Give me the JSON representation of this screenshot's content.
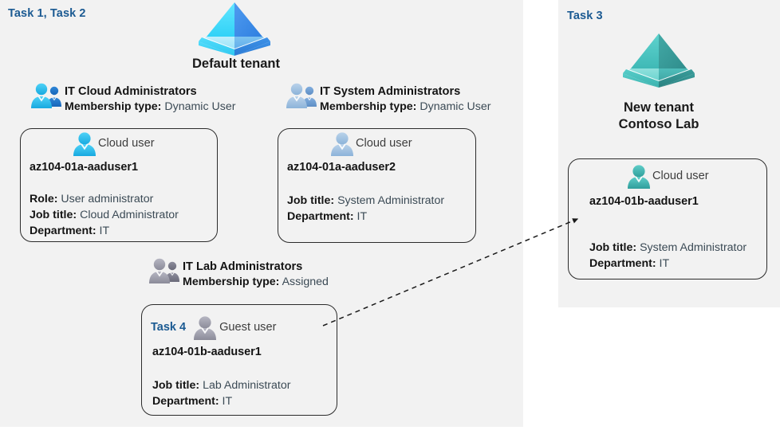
{
  "panels": {
    "left": {
      "name": "default-tenant-panel"
    },
    "right": {
      "name": "new-tenant-panel"
    }
  },
  "tasks": {
    "left_tag": "Task 1, Task 2",
    "right_tag": "Task 3",
    "guest_tag": "Task 4"
  },
  "tenants": {
    "default": {
      "title": "Default tenant",
      "icon": "tenant-icon",
      "color": "#36a3f7"
    },
    "new": {
      "title_line1": "New  tenant",
      "title_line2": "Contoso Lab",
      "icon": "tenant-icon",
      "color": "#3fb3b3"
    }
  },
  "groups": [
    {
      "id": "it-cloud-administrators",
      "name": "IT Cloud Administrators",
      "membership_label": "Membership type:",
      "membership_value": "Dynamic User",
      "icon": "group-users-icon",
      "icon_color": "#29b6f0"
    },
    {
      "id": "it-system-administrators",
      "name": "IT System Administrators",
      "membership_label": "Membership type:",
      "membership_value": "Dynamic User",
      "icon": "group-users-icon",
      "icon_color": "#9cbede"
    },
    {
      "id": "it-lab-administrators",
      "name": "IT Lab Administrators",
      "membership_label": "Membership type:",
      "membership_value": "Assigned",
      "icon": "group-users-icon",
      "icon_color": "#9a9aa8"
    }
  ],
  "cards": [
    {
      "id": "az104-01a-aaduser1",
      "kind": "Cloud user",
      "icon": "user-icon",
      "icon_color": "#29b6f0",
      "upn": "az104-01a-aaduser1",
      "props": [
        {
          "label": "Role:",
          "value": "User administrator"
        },
        {
          "label": "Job title:",
          "value": "Cloud Administrator"
        },
        {
          "label": "Department:",
          "value": "IT"
        }
      ]
    },
    {
      "id": "az104-01a-aaduser2",
      "kind": "Cloud user",
      "icon": "user-icon",
      "icon_color": "#9cbede",
      "upn": "az104-01a-aaduser2",
      "props": [
        {
          "label": "Job title:",
          "value": "System Administrator"
        },
        {
          "label": "Department:",
          "value": "IT"
        }
      ]
    },
    {
      "id": "az104-01b-aaduser1-guest",
      "kind": "Guest user",
      "icon": "user-icon",
      "icon_color": "#9a9aa8",
      "upn": "az104-01b-aaduser1",
      "props": [
        {
          "label": "Job title:",
          "value": "Lab Administrator"
        },
        {
          "label": "Department:",
          "value": "IT"
        }
      ]
    },
    {
      "id": "az104-01b-aaduser1-cloud",
      "kind": "Cloud user",
      "icon": "user-icon",
      "icon_color": "#3fb3b3",
      "upn": "az104-01b-aaduser1",
      "props": [
        {
          "label": "Job title:",
          "value": "System Administrator"
        },
        {
          "label": "Department:",
          "value": "IT"
        }
      ]
    }
  ],
  "connector": {
    "name": "guest-to-cloud-user-arrow",
    "style": "dashed",
    "color": "#1a1a1a"
  },
  "colors": {
    "panel_bg": "#f2f2f2",
    "page_bg": "#ffffff",
    "task_blue": "#1b5a92",
    "label_black": "#141414",
    "value_slate": "#3b4a55",
    "card_border": "#2b2b2b"
  }
}
